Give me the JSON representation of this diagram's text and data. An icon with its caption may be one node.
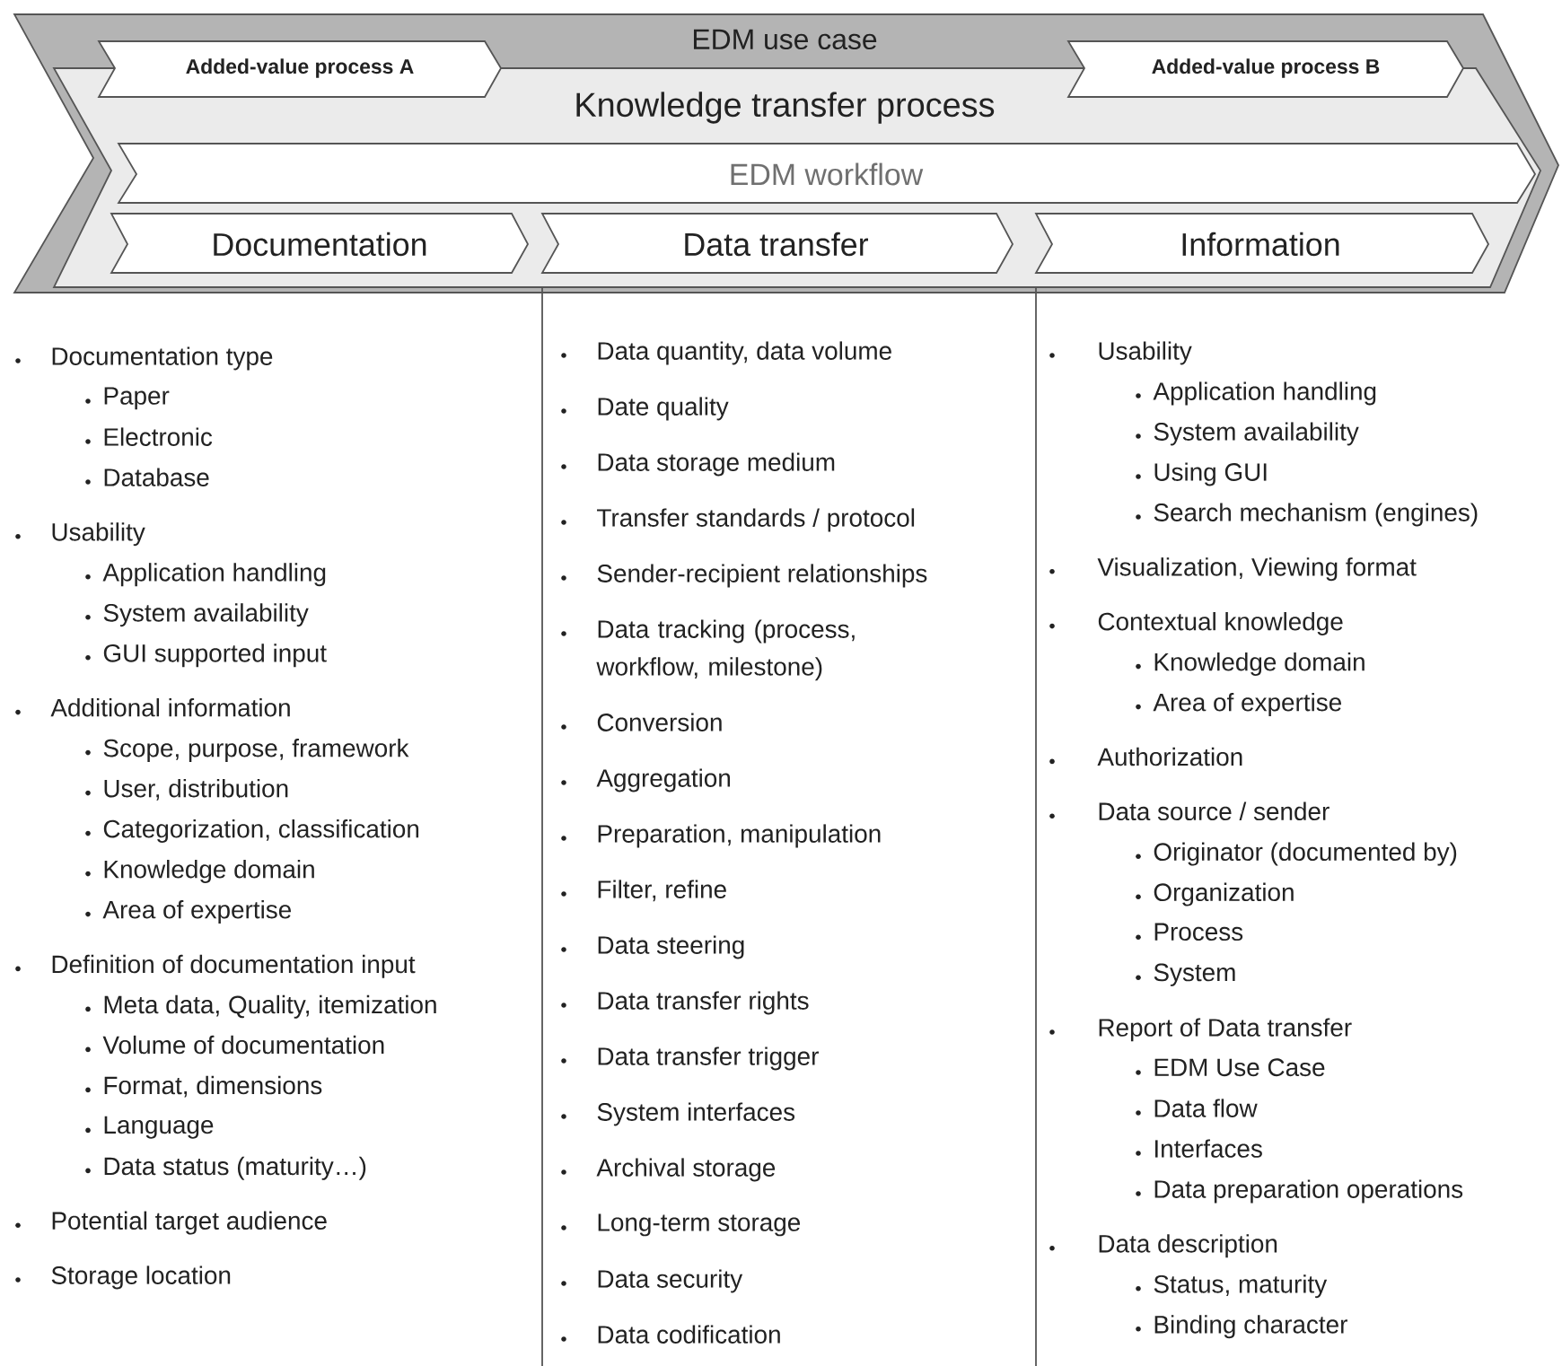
{
  "diagram": {
    "nodes": [
      {
        "text": [
          "EDM use case"
        ]
      },
      {
        "text": [
          "Added-value process A"
        ],
        "in": 0
      },
      {
        "text": [
          "Knowledge transfer process"
        ],
        "in": 0
      },
      {
        "text": [
          "Added-value process B"
        ],
        "in": 0
      },
      {
        "text": [
          "EDM workflow"
        ],
        "in": 2
      },
      {
        "text": [
          "Documentation"
        ],
        "in": 2
      },
      {
        "text": [
          "Data transfer"
        ],
        "in": 2
      },
      {
        "text": [
          "Information"
        ],
        "in": 2
      }
    ],
    "labels": [
      "Documentation type",
      "Paper",
      "Electronic",
      "Database",
      "Usability",
      "Application handling",
      "System availability",
      "GUI supported input",
      "Additional information",
      "Scope, purpose, framework",
      "User, distribution",
      "Categorization, classification",
      "Knowledge domain",
      "Area of expertise",
      "Definition of documentation input",
      "Meta data, Quality, itemization",
      "Volume of documentation",
      "Format, dimensions",
      "Language",
      "Data status (maturity…)",
      "Potential target audience",
      "Storage location",
      "Data quantity, data volume",
      "Date quality",
      "Data storage medium",
      "Transfer standards / protocol",
      "Sender-recipient relationships",
      "Data tracking (process, workflow, milestone)",
      "Conversion",
      "Aggregation",
      "Preparation, manipulation",
      "Filter, refine",
      "Data steering",
      "Data transfer rights",
      "Data transfer trigger",
      "System interfaces",
      "Archival storage",
      "Long-term storage",
      "Data security",
      "Data codification",
      "Usability",
      "Application handling",
      "System availability",
      "Using GUI",
      "Search mechanism (engines)",
      "Visualization, Viewing format",
      "Contextual knowledge",
      "Knowledge domain",
      "Area of expertise",
      "Authorization",
      "Data source / sender",
      "Originator (documented by)",
      "Organization",
      "Process",
      "System",
      "Report of Data transfer",
      "EDM Use Case",
      "Data flow",
      "Interfaces",
      "Data preparation operations",
      "Data description",
      "Status, maturity",
      "Binding character"
    ]
  }
}
